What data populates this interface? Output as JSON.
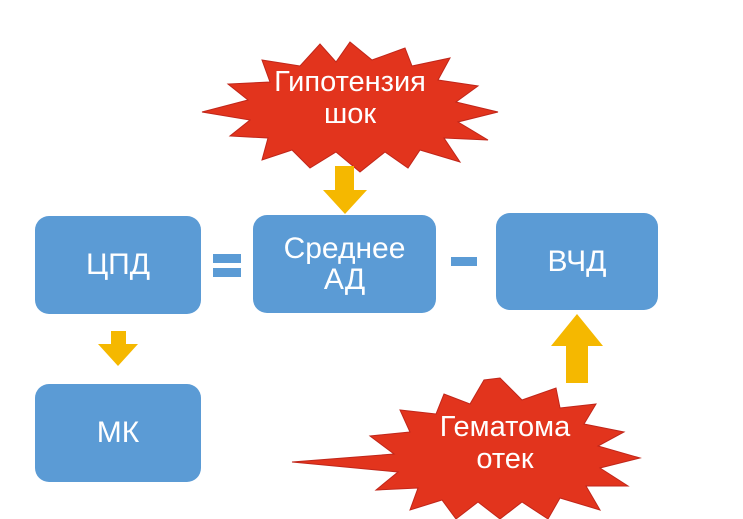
{
  "boxes": {
    "cpp": {
      "label": "ЦПД"
    },
    "mean_ap": {
      "line1": "Среднее",
      "line2": "АД"
    },
    "icp": {
      "label": "ВЧД"
    },
    "mk": {
      "label": "МК"
    }
  },
  "bursts": {
    "top": {
      "line1": "Гипотензия",
      "line2": "шок"
    },
    "bottom": {
      "line1": "Гематома",
      "line2": "отек"
    }
  },
  "colors": {
    "box_fill": "#5b9bd5",
    "burst_fill": "#e2341d",
    "burst_stroke": "#c0261a",
    "arrow_fill": "#f5b800",
    "operator_fill": "#5b9bd5",
    "text": "#ffffff"
  }
}
